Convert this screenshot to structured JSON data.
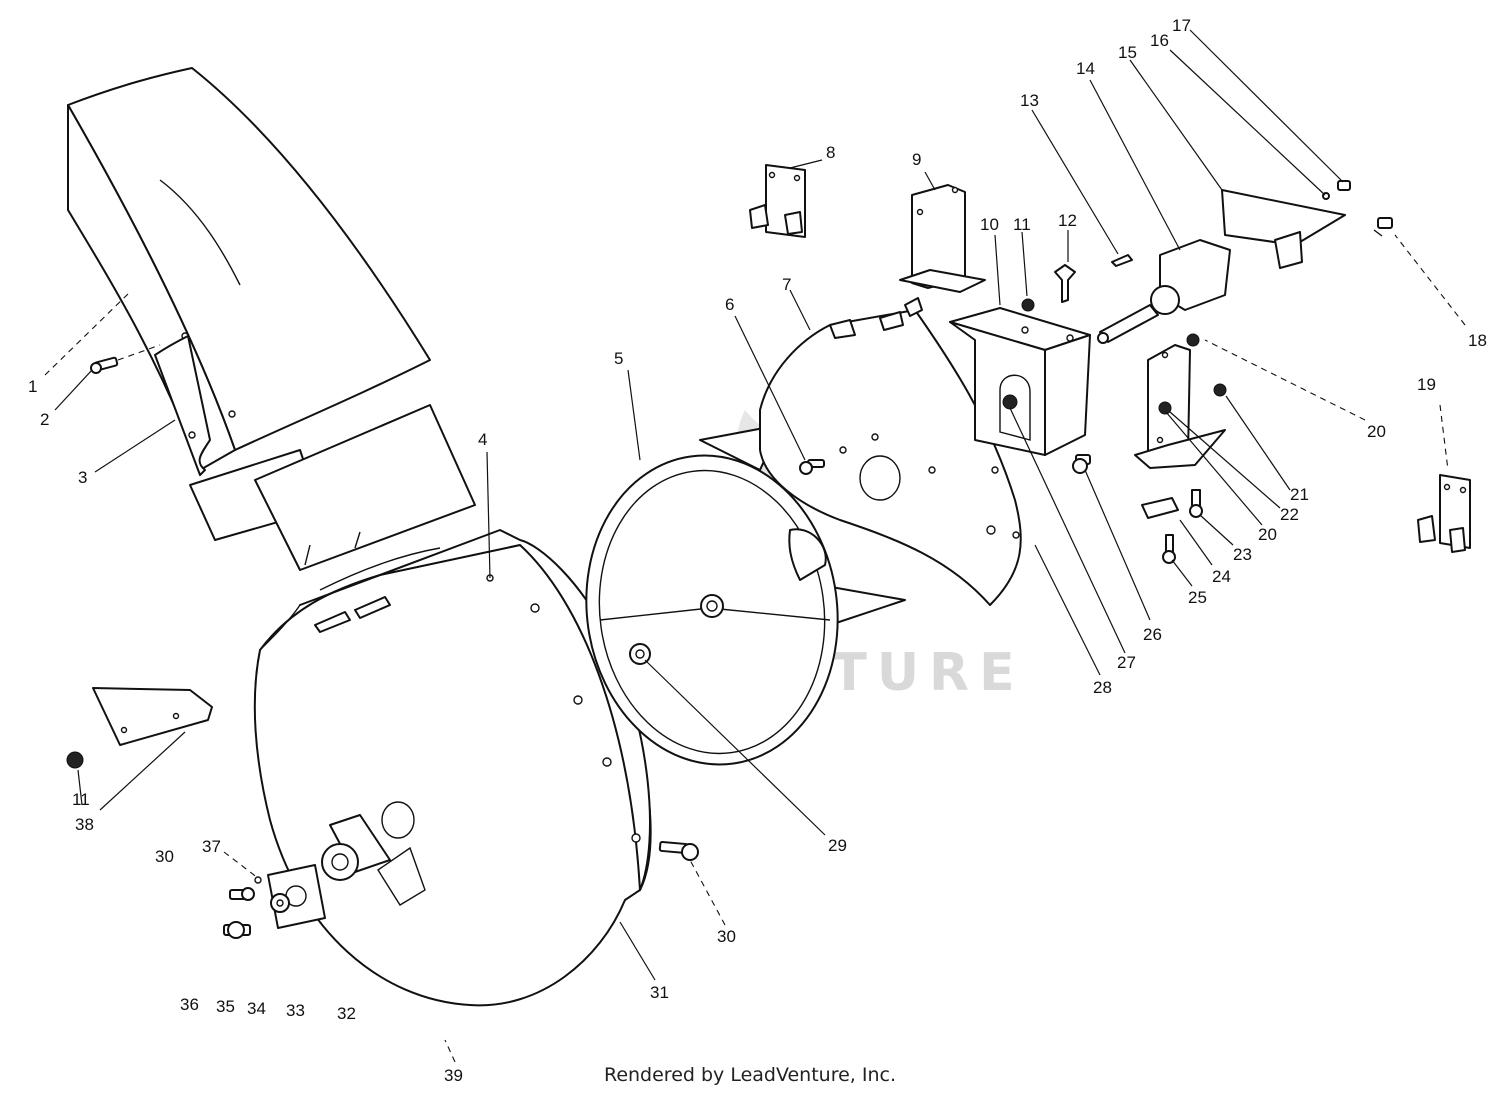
{
  "diagram": {
    "type": "exploded-parts-diagram",
    "watermark": "LEADVENTURE",
    "footer": "Rendered by LeadVenture, Inc.",
    "callouts": [
      {
        "id": "c1",
        "label": "1"
      },
      {
        "id": "c2",
        "label": "2"
      },
      {
        "id": "c3",
        "label": "3"
      },
      {
        "id": "c4",
        "label": "4"
      },
      {
        "id": "c5",
        "label": "5"
      },
      {
        "id": "c6",
        "label": "6"
      },
      {
        "id": "c7",
        "label": "7"
      },
      {
        "id": "c8",
        "label": "8"
      },
      {
        "id": "c9",
        "label": "9"
      },
      {
        "id": "c10",
        "label": "10"
      },
      {
        "id": "c11a",
        "label": "11"
      },
      {
        "id": "c12",
        "label": "12"
      },
      {
        "id": "c13",
        "label": "13"
      },
      {
        "id": "c14",
        "label": "14"
      },
      {
        "id": "c15",
        "label": "15"
      },
      {
        "id": "c16",
        "label": "16"
      },
      {
        "id": "c17",
        "label": "17"
      },
      {
        "id": "c18",
        "label": "18"
      },
      {
        "id": "c19",
        "label": "19"
      },
      {
        "id": "c20a",
        "label": "20"
      },
      {
        "id": "c21",
        "label": "21"
      },
      {
        "id": "c22",
        "label": "22"
      },
      {
        "id": "c20b",
        "label": "20"
      },
      {
        "id": "c23",
        "label": "23"
      },
      {
        "id": "c24",
        "label": "24"
      },
      {
        "id": "c25",
        "label": "25"
      },
      {
        "id": "c26",
        "label": "26"
      },
      {
        "id": "c27",
        "label": "27"
      },
      {
        "id": "c28",
        "label": "28"
      },
      {
        "id": "c29",
        "label": "29"
      },
      {
        "id": "c30a",
        "label": "30"
      },
      {
        "id": "c30b",
        "label": "30"
      },
      {
        "id": "c31",
        "label": "31"
      },
      {
        "id": "c11b",
        "label": "11"
      },
      {
        "id": "c38",
        "label": "38"
      },
      {
        "id": "c37",
        "label": "37"
      },
      {
        "id": "c36",
        "label": "36"
      },
      {
        "id": "c35",
        "label": "35"
      },
      {
        "id": "c34",
        "label": "34"
      },
      {
        "id": "c33",
        "label": "33"
      },
      {
        "id": "c32",
        "label": "32"
      },
      {
        "id": "c39",
        "label": "39"
      }
    ]
  }
}
